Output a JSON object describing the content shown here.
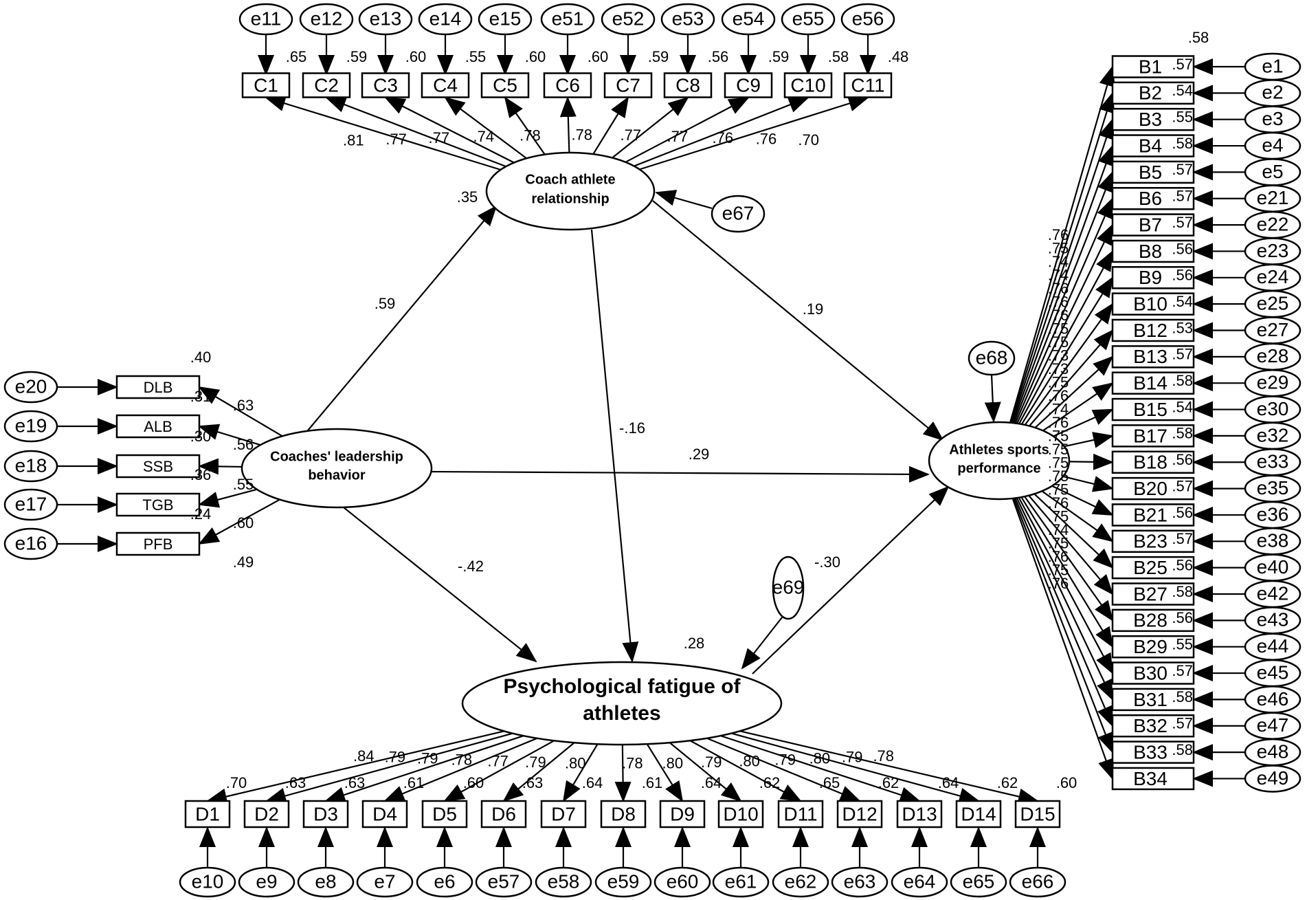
{
  "latents": {
    "car": {
      "line1": "Coach athlete",
      "line2": "relationship",
      "r2": ".35"
    },
    "clb": {
      "line1": "Coaches' leadership",
      "line2": "behavior"
    },
    "asp": {
      "line1": "Athletes sports",
      "line2": "performance",
      "r2": ".58"
    },
    "pfa": {
      "line1": "Psychological fatigue of",
      "line2": "athletes",
      "r2": ".28"
    }
  },
  "structural_paths": [
    {
      "from": "clb",
      "to": "car",
      "coef": ".59"
    },
    {
      "from": "car",
      "to": "asp",
      "coef": ".19"
    },
    {
      "from": "car",
      "to": "pfa",
      "coef": "-.16"
    },
    {
      "from": "clb",
      "to": "asp",
      "coef": ".29"
    },
    {
      "from": "clb",
      "to": "pfa",
      "coef": "-.42"
    },
    {
      "from": "pfa",
      "to": "asp",
      "coef": "-.30"
    }
  ],
  "disturbances": {
    "car": "e67",
    "asp": "e68",
    "pfa": "e69"
  },
  "car_indicators": [
    {
      "name": "C1",
      "err": "e11",
      "r2": ".65",
      "load": ".81"
    },
    {
      "name": "C2",
      "err": "e12",
      "r2": ".59",
      "load": ".77"
    },
    {
      "name": "C3",
      "err": "e13",
      "r2": ".60",
      "load": ".77"
    },
    {
      "name": "C4",
      "err": "e14",
      "r2": ".55",
      "load": ".74"
    },
    {
      "name": "C5",
      "err": "e15",
      "r2": ".60",
      "load": ".78"
    },
    {
      "name": "C6",
      "err": "e51",
      "r2": ".60",
      "load": ".78"
    },
    {
      "name": "C7",
      "err": "e52",
      "r2": ".59",
      "load": ".77"
    },
    {
      "name": "C8",
      "err": "e53",
      "r2": ".56",
      "load": ".77"
    },
    {
      "name": "C9",
      "err": "e54",
      "r2": ".59",
      "load": ".76"
    },
    {
      "name": "C10",
      "err": "e55",
      "r2": ".58",
      "load": ".76"
    },
    {
      "name": "C11",
      "err": "e56",
      "r2": ".48",
      "load": ".70"
    }
  ],
  "clb_indicators": [
    {
      "name": "DLB",
      "err": "e20",
      "r2": ".40",
      "load": ".63"
    },
    {
      "name": "ALB",
      "err": "e19",
      "r2": ".31",
      "load": ".56"
    },
    {
      "name": "SSB",
      "err": "e18",
      "r2": ".30",
      "load": ".55"
    },
    {
      "name": "TGB",
      "err": "e17",
      "r2": ".36",
      "load": ".60"
    },
    {
      "name": "PFB",
      "err": "e16",
      "r2": ".24",
      "load": ".49"
    }
  ],
  "pfa_indicators": [
    {
      "name": "D1",
      "err": "e10",
      "r2": ".70",
      "load": ".84"
    },
    {
      "name": "D2",
      "err": "e9",
      "r2": ".63",
      "load": ".79"
    },
    {
      "name": "D3",
      "err": "e8",
      "r2": ".63",
      "load": ".79"
    },
    {
      "name": "D4",
      "err": "e7",
      "r2": ".61",
      "load": ".78"
    },
    {
      "name": "D5",
      "err": "e6",
      "r2": ".60",
      "load": ".77"
    },
    {
      "name": "D6",
      "err": "e57",
      "r2": ".63",
      "load": ".79"
    },
    {
      "name": "D7",
      "err": "e58",
      "r2": ".64",
      "load": ".80"
    },
    {
      "name": "D8",
      "err": "e59",
      "r2": ".61",
      "load": ".78"
    },
    {
      "name": "D9",
      "err": "e60",
      "r2": ".64",
      "load": ".80"
    },
    {
      "name": "D10",
      "err": "e61",
      "r2": ".62",
      "load": ".79"
    },
    {
      "name": "D11",
      "err": "e62",
      "r2": ".65",
      "load": ".80"
    },
    {
      "name": "D12",
      "err": "e63",
      "r2": ".62",
      "load": ".79"
    },
    {
      "name": "D13",
      "err": "e64",
      "r2": ".64",
      "load": ".80"
    },
    {
      "name": "D14",
      "err": "e65",
      "r2": ".62",
      "load": ".79"
    },
    {
      "name": "D15",
      "err": "e66",
      "r2": ".60",
      "load": ".78"
    }
  ],
  "asp_indicators": [
    {
      "name": "B1",
      "err": "e1",
      "r2": ".57",
      "load": ".76"
    },
    {
      "name": "B2",
      "err": "e2",
      "r2": ".54",
      "load": ".75"
    },
    {
      "name": "B3",
      "err": "e3",
      "r2": ".55",
      "load": ".74"
    },
    {
      "name": "B4",
      "err": "e4",
      "r2": ".58",
      "load": ".74"
    },
    {
      "name": "B5",
      "err": "e5",
      "r2": ".57",
      "load": ".76"
    },
    {
      "name": "B6",
      "err": "e21",
      "r2": ".57",
      "load": ".76"
    },
    {
      "name": "B7",
      "err": "e22",
      "r2": ".57",
      "load": ".76"
    },
    {
      "name": "B8",
      "err": "e23",
      "r2": ".56",
      "load": ".75"
    },
    {
      "name": "B9",
      "err": "e24",
      "r2": ".56",
      "load": ".75"
    },
    {
      "name": "B10",
      "err": "e25",
      "r2": ".54",
      "load": ".73"
    },
    {
      "name": "B12",
      "err": "e27",
      "r2": ".53",
      "load": ".73"
    },
    {
      "name": "B13",
      "err": "e28",
      "r2": ".57",
      "load": ".75"
    },
    {
      "name": "B14",
      "err": "e29",
      "r2": ".58",
      "load": ".76"
    },
    {
      "name": "B15",
      "err": "e30",
      "r2": ".54",
      "load": ".74"
    },
    {
      "name": "B17",
      "err": "e32",
      "r2": ".58",
      "load": ".76"
    },
    {
      "name": "B18",
      "err": "e33",
      "r2": ".56",
      "load": ".75"
    },
    {
      "name": "B20",
      "err": "e35",
      "r2": ".57",
      "load": ".75"
    },
    {
      "name": "B21",
      "err": "e36",
      "r2": ".56",
      "load": ".75"
    },
    {
      "name": "B23",
      "err": "e38",
      "r2": ".57",
      "load": ".75"
    },
    {
      "name": "B25",
      "err": "e40",
      "r2": ".56",
      "load": ".75"
    },
    {
      "name": "B27",
      "err": "e42",
      "r2": ".58",
      "load": ".76"
    },
    {
      "name": "B28",
      "err": "e43",
      "r2": ".56",
      "load": ".75"
    },
    {
      "name": "B29",
      "err": "e44",
      "r2": ".55",
      "load": ".74"
    },
    {
      "name": "B30",
      "err": "e45",
      "r2": ".57",
      "load": ".75"
    },
    {
      "name": "B31",
      "err": "e46",
      "r2": ".58",
      "load": ".76"
    },
    {
      "name": "B32",
      "err": "e47",
      "r2": ".57",
      "load": ".75"
    },
    {
      "name": "B33",
      "err": "e48",
      "r2": ".58",
      "load": ".76"
    },
    {
      "name": "B34",
      "err": "e49",
      "r2": "",
      "load": ""
    }
  ]
}
